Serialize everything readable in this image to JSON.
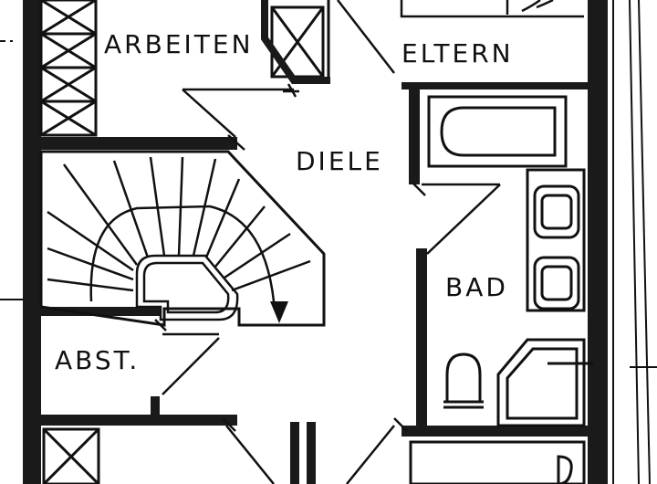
{
  "plan": {
    "rooms": [
      {
        "key": "arbeiten",
        "label": "ARBEITEN"
      },
      {
        "key": "eltern",
        "label": "ELTERN"
      },
      {
        "key": "diele",
        "label": "DIELE"
      },
      {
        "key": "bad",
        "label": "BAD"
      },
      {
        "key": "abst",
        "label": "ABST."
      }
    ],
    "colors": {
      "wall": "#1a1a1a",
      "line": "#111111",
      "background": "#ffffff"
    }
  }
}
